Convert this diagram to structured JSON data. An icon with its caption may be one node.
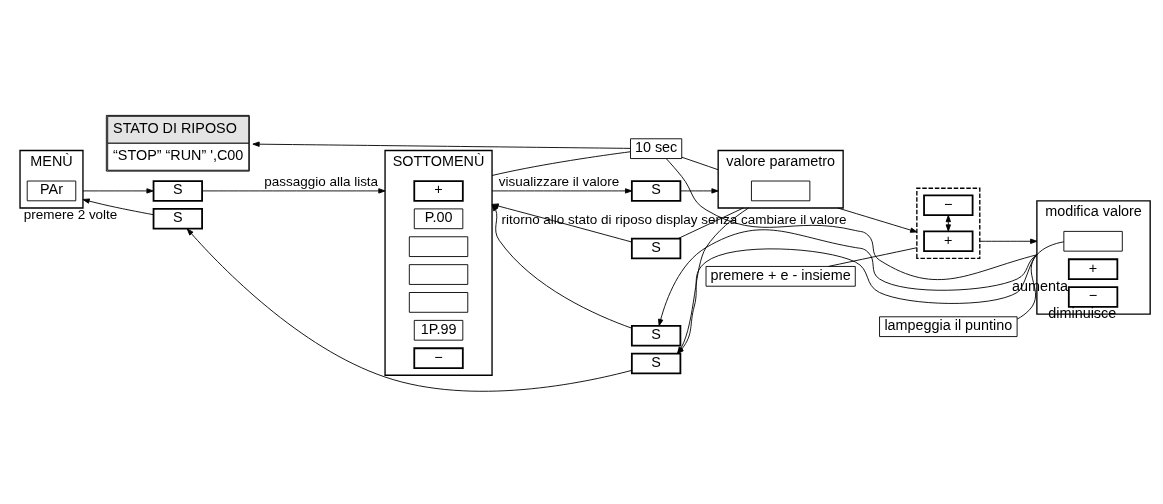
{
  "diagram": {
    "nodes": [
      {
        "text": [
          "STATO DI RIPOSO",
          "“STOP” “RUN” ',C00"
        ]
      },
      {
        "text": [
          "10 sec"
        ]
      },
      {
        "text": [
          "MENÙ"
        ]
      },
      {
        "text": [
          "PAr"
        ],
        "in": 2
      },
      {
        "text": [
          "S"
        ]
      },
      {
        "text": [
          "SOTTOMENÙ"
        ]
      },
      {
        "text": [
          "+"
        ],
        "in": 5
      },
      {
        "text": [
          "P.00"
        ],
        "in": 5
      },
      {
        "text": [],
        "shape": "box",
        "in": 5
      },
      {
        "text": [],
        "shape": "box",
        "in": 5
      },
      {
        "text": [],
        "shape": "box",
        "in": 5
      },
      {
        "text": [
          "1P.99"
        ],
        "in": 5
      },
      {
        "text": [
          "−"
        ],
        "in": 5
      },
      {
        "text": [
          "S"
        ]
      },
      {
        "text": [
          "valore parametro"
        ]
      },
      {
        "text": [],
        "shape": "box",
        "in": 14
      },
      {
        "text": [
          "premere + e - insieme"
        ]
      },
      {
        "text": [],
        "shape": "box"
      },
      {
        "text": [
          "+"
        ],
        "in": 17
      },
      {
        "text": [
          "−"
        ],
        "in": 17
      },
      {
        "text": [
          "modifica valore"
        ]
      },
      {
        "text": [],
        "shape": "box",
        "in": 20
      },
      {
        "text": [
          "+"
        ],
        "in": 20,
        "beside": [
          "aumenta"
        ]
      },
      {
        "text": [
          "−"
        ],
        "in": 20,
        "beside": [
          "diminuisce"
        ]
      },
      {
        "text": [
          "lampeggia il puntino"
        ]
      },
      {
        "text": [
          "S"
        ]
      },
      {
        "text": [
          "S"
        ]
      },
      {
        "text": [
          "S"
        ]
      },
      {
        "text": [
          "S"
        ]
      }
    ],
    "edges": [
      {
        "from": 2,
        "to": 4,
        "arrow": "to"
      },
      {
        "from": 4,
        "to": 5,
        "arrow": "to",
        "label": "passaggio alla lista"
      },
      {
        "from": 5,
        "to": 13,
        "arrow": "to",
        "label": "visualizzare il valore"
      },
      {
        "from": 13,
        "to": 14,
        "arrow": "to"
      },
      {
        "from": 14,
        "to": 17,
        "arrow": "to"
      },
      {
        "from": 17,
        "to": 20,
        "arrow": "to"
      },
      {
        "from": 18,
        "to": 19,
        "arrow": "both"
      },
      {
        "from": 16,
        "to": 17,
        "arrow": "none"
      },
      {
        "from": 24,
        "to": 21,
        "arrow": "none"
      },
      {
        "from": 5,
        "to": 1,
        "arrow": "none"
      },
      {
        "from": 14,
        "to": 1,
        "arrow": "none"
      },
      {
        "from": 20,
        "to": 1,
        "arrow": "none",
        "label": "ritorno allo stato di riposo display senza cambiare il valore"
      },
      {
        "from": 1,
        "to": 0,
        "arrow": "to"
      },
      {
        "from": 14,
        "to": 25,
        "arrow": "none"
      },
      {
        "from": 25,
        "to": 5,
        "arrow": "to"
      },
      {
        "from": 20,
        "to": 26,
        "arrow": "to"
      },
      {
        "from": 26,
        "to": 5,
        "arrow": "to"
      },
      {
        "from": 14,
        "to": 28,
        "arrow": "to"
      },
      {
        "from": 20,
        "to": 28,
        "arrow": "to"
      },
      {
        "from": 28,
        "to": 27,
        "arrow": "to"
      },
      {
        "from": 27,
        "to": 2,
        "arrow": "to",
        "label": "premere 2 volte"
      }
    ]
  }
}
